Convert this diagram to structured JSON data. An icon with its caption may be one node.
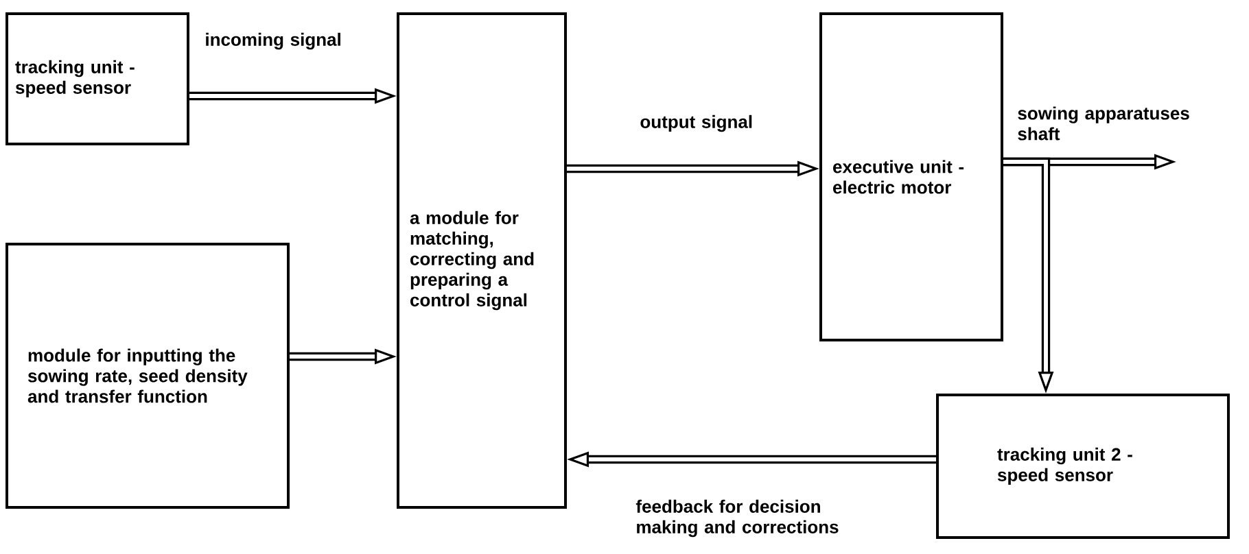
{
  "diagram": {
    "nodes": [
      {
        "text": [
          "tracking unit - speed sensor"
        ]
      },
      {
        "text": [
          "module for inputting the sowing rate, seed density and transfer function"
        ]
      },
      {
        "text": [
          "a module for matching, correcting and preparing a control signal"
        ]
      },
      {
        "text": [
          "executive unit - electric motor"
        ]
      },
      {
        "text": [
          "tracking unit 2 - speed sensor"
        ]
      }
    ],
    "edges": [
      {
        "from": 0,
        "to": 2,
        "arrow": "to",
        "label": "incoming signal"
      },
      {
        "from": 1,
        "to": 2,
        "arrow": "to"
      },
      {
        "from": 2,
        "to": 3,
        "arrow": "to",
        "label": "output signal"
      },
      {
        "from": 3,
        "to": null,
        "arrow": "to",
        "label": "sowing apparatuses shaft"
      },
      {
        "from": 3,
        "to": 4,
        "arrow": "to"
      },
      {
        "from": 4,
        "to": 2,
        "arrow": "to",
        "label": "feedback for decision making and corrections"
      }
    ]
  }
}
